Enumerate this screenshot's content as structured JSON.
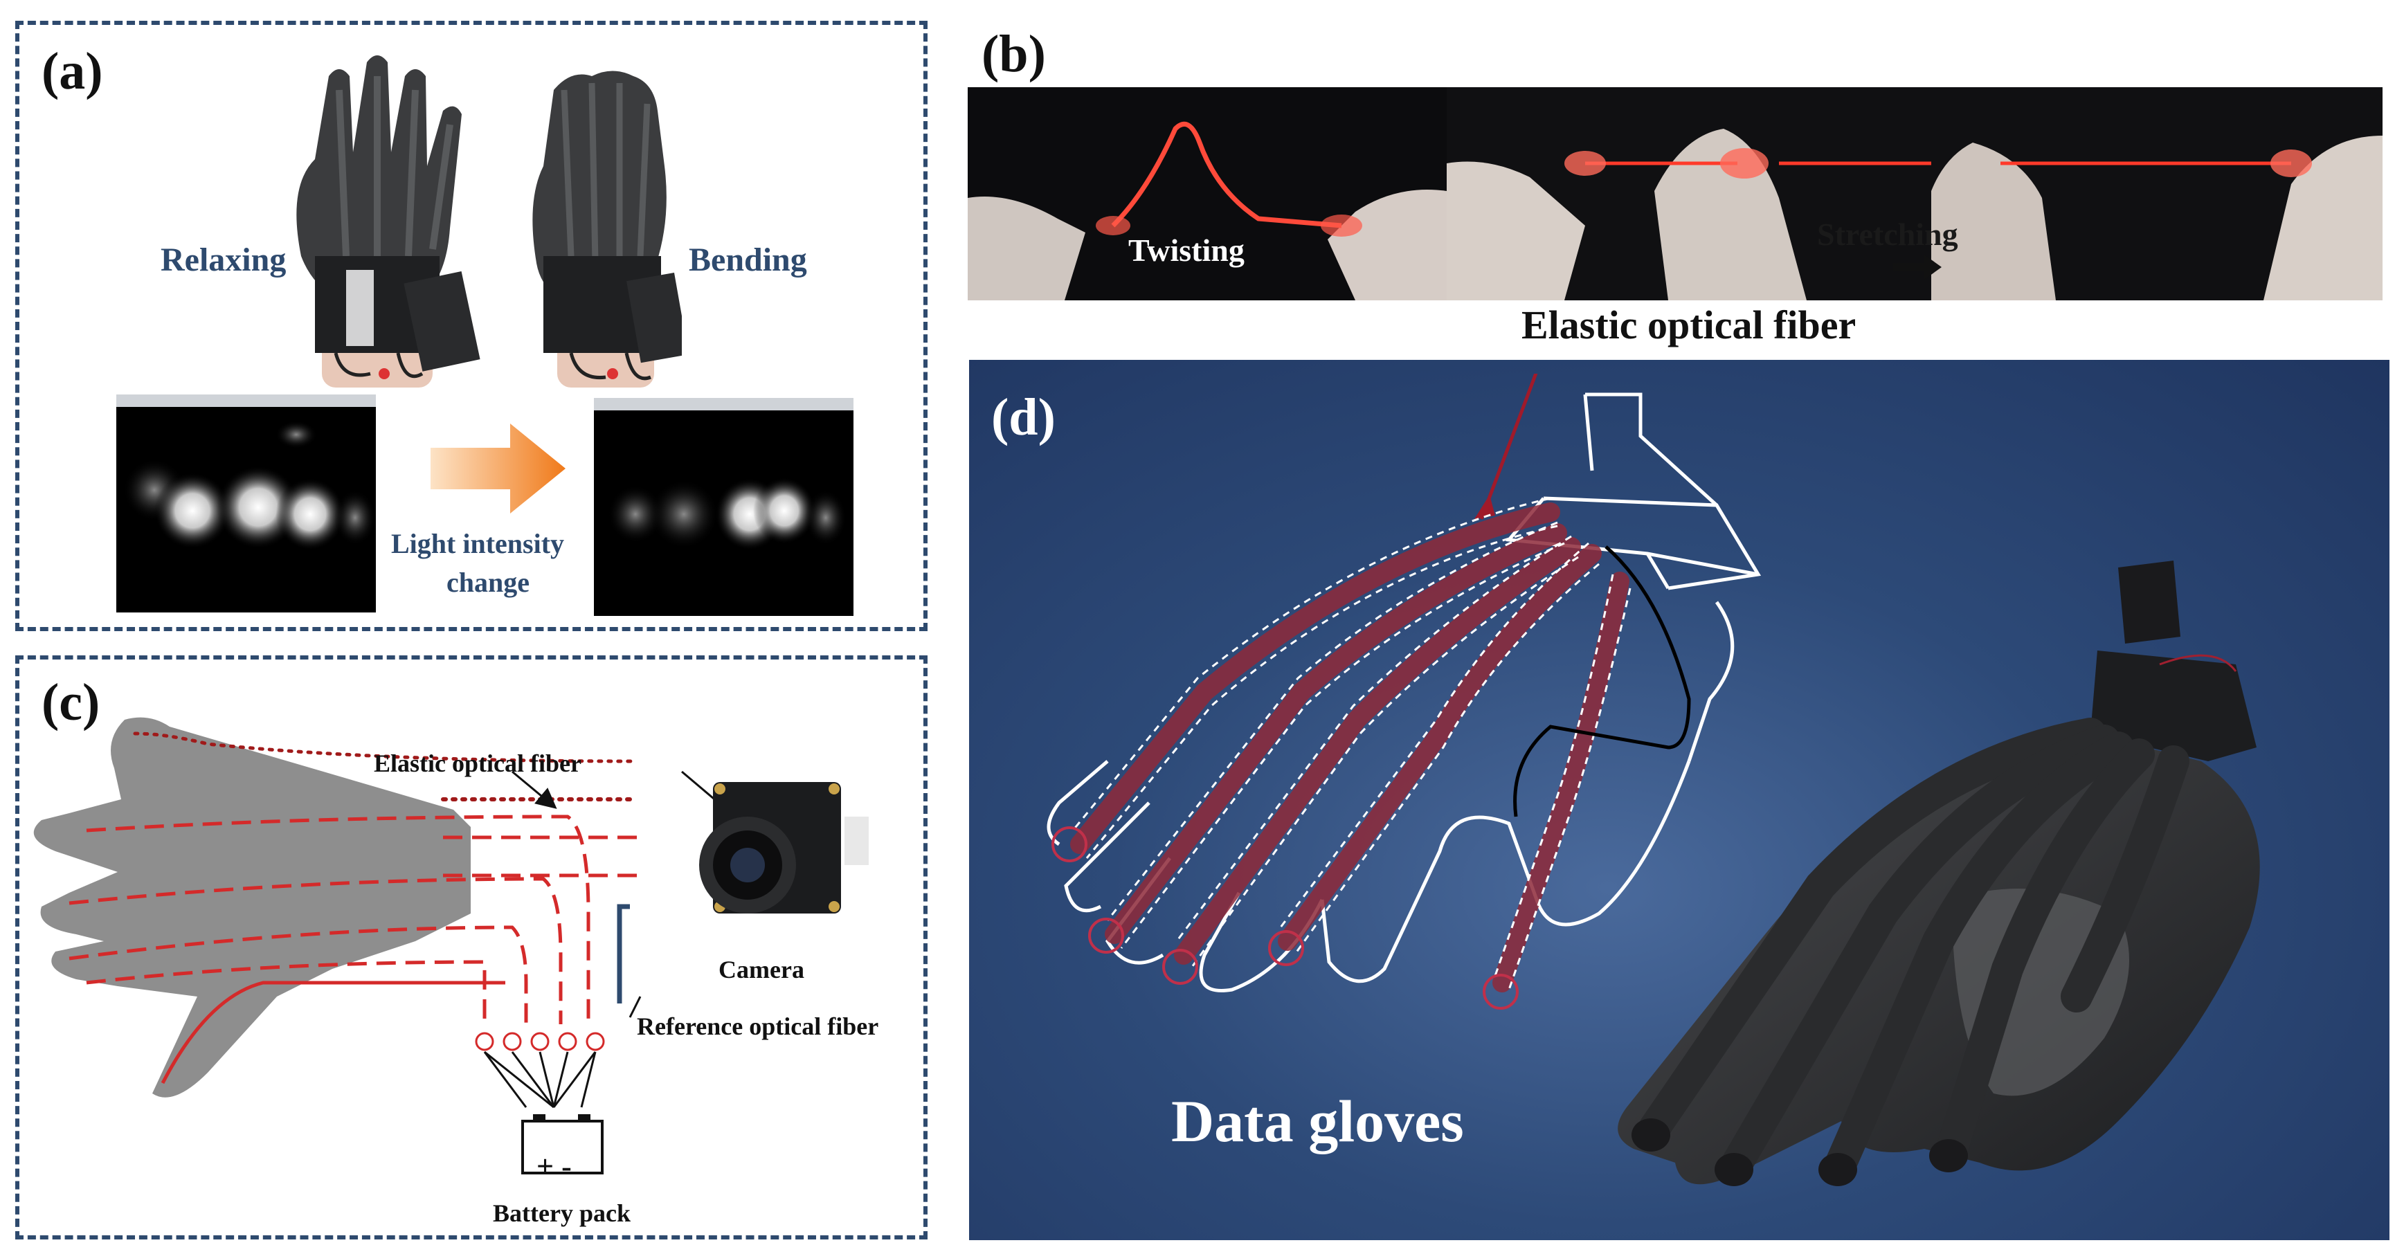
{
  "panel_a": {
    "label": "(a)",
    "left_state": "Relaxing",
    "right_state": "Bending",
    "arrow_caption_line1": "Light intensity",
    "arrow_caption_line2": "change"
  },
  "panel_b": {
    "label": "(b)",
    "left_caption": "Twisting",
    "right_caption": "Stretching",
    "fiber_label": "Elastic optical fiber"
  },
  "panel_c": {
    "label": "(c)",
    "fiber_label": "Elastic optical fiber",
    "camera_label": "Camera",
    "reference_label": "Reference optical fiber",
    "battery_label": "Battery pack",
    "battery_symbols": "+ -"
  },
  "panel_d": {
    "label": "(d)",
    "title": "Data gloves"
  },
  "colors": {
    "frame": "#2e4a6e",
    "fiber_red": "#d42a2a",
    "panel_d_bg": "#2d4a78",
    "glove_dark": "#2e2f31"
  }
}
